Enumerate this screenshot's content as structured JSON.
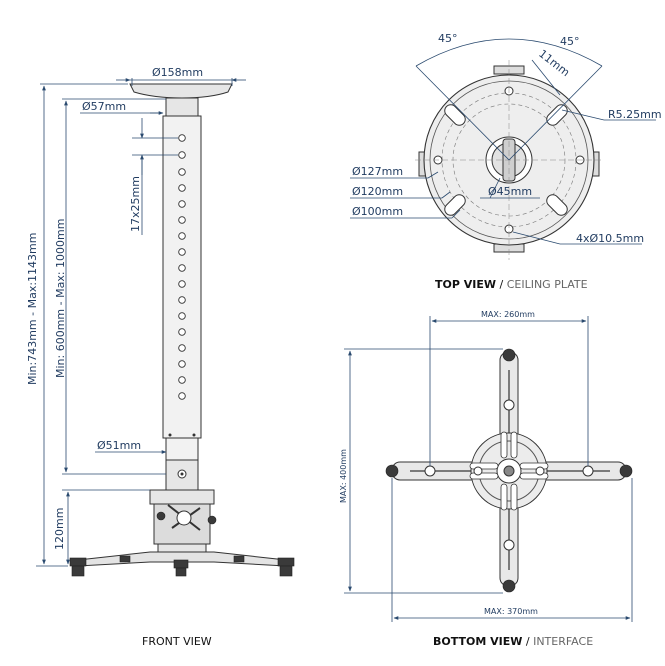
{
  "front_view": {
    "caption": "FRONT VIEW",
    "plate_diameter": "Ø158mm",
    "tube_diameter_top": "Ø57mm",
    "hole_spacing": "17x25mm",
    "total_height": "Min:743mm - Max:1143mm",
    "tube_length": "Min: 600mm - Max: 1000mm",
    "tube_diameter_bottom": "Ø51mm",
    "base_height": "120mm"
  },
  "top_view": {
    "caption_bold": "TOP VIEW",
    "caption_sep": " / ",
    "caption_light": "CEILING PLATE",
    "angle_left": "45°",
    "angle_right": "45°",
    "slot_width": "11mm",
    "radius": "R5.25mm",
    "d127": "Ø127mm",
    "d120": "Ø120mm",
    "d100": "Ø100mm",
    "d45": "Ø45mm",
    "holes": "4xØ10.5mm"
  },
  "bottom_view": {
    "caption_bold": "BOTTOM VIEW",
    "caption_sep": " / ",
    "caption_light": "INTERFACE",
    "max_260": "MAX: 260mm",
    "max_400": "MAX: 400mm",
    "max_370": "MAX: 370mm"
  }
}
